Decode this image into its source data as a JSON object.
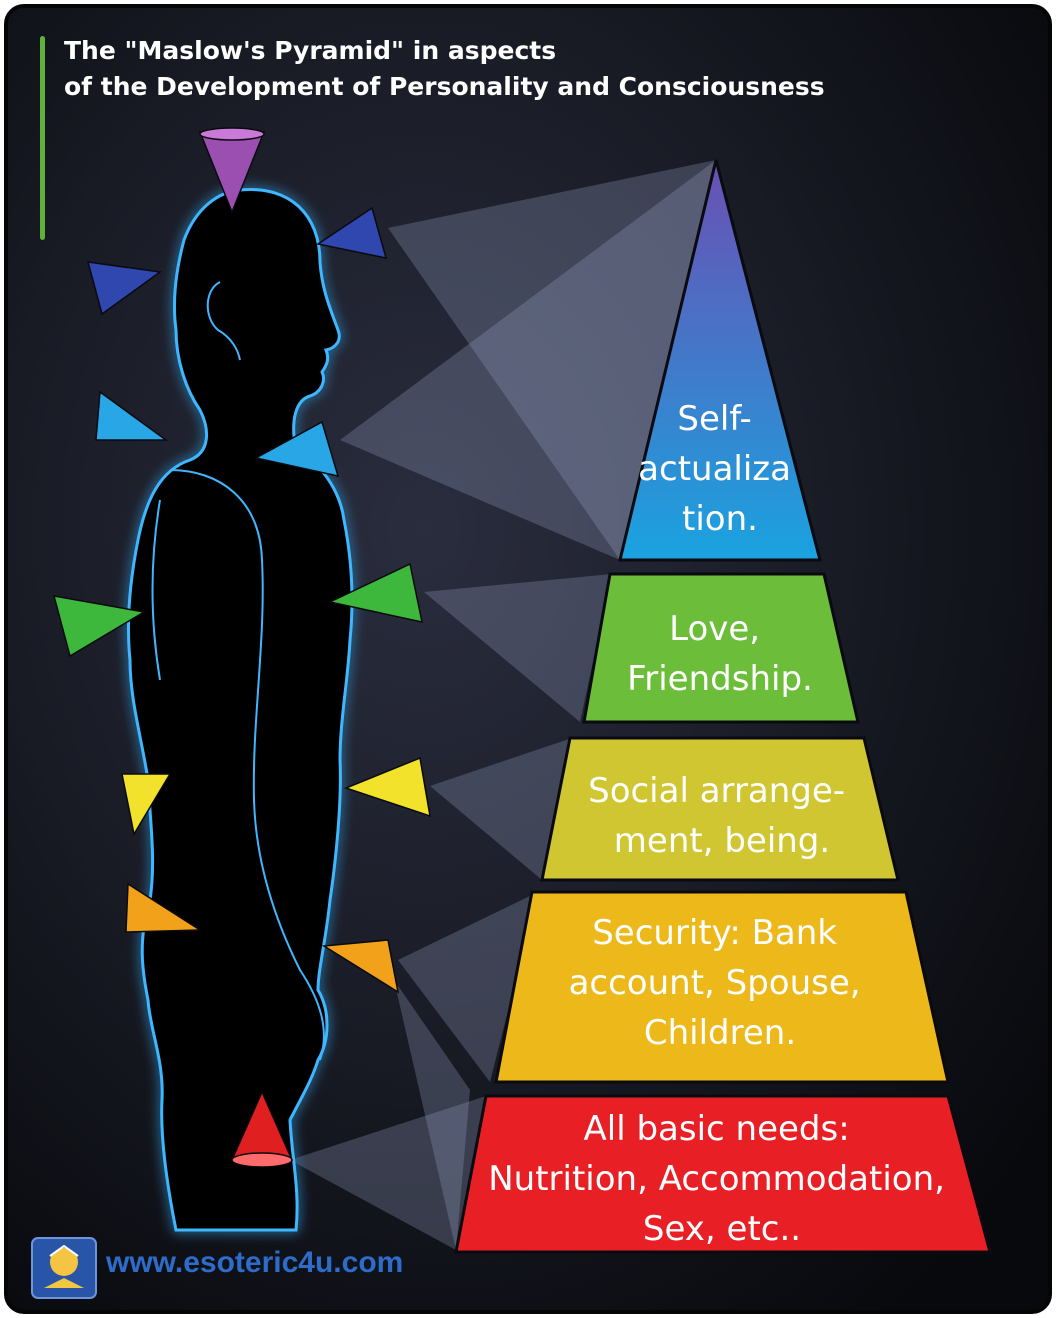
{
  "title": {
    "line1": "The \"Maslow's Pyramid\" in aspects",
    "line2": "of the Development of Personality and Consciousness"
  },
  "pyramid": [
    {
      "lines": [
        "All basic needs:",
        "Nutrition, Accommodation,",
        "Sex, etc.."
      ],
      "color": "#e82026"
    },
    {
      "lines": [
        "Security: Bank",
        "account, Spouse,",
        "Children."
      ],
      "color": "#ecb81a"
    },
    {
      "lines": [
        "Social arrange-",
        "ment, being."
      ],
      "color": "#cfc632"
    },
    {
      "lines": [
        "Love,",
        "Friendship."
      ],
      "color": "#6cbd3a"
    },
    {
      "lines": [
        "Self-",
        "actualiza",
        "tion."
      ],
      "color_top": "#6a4fb3",
      "color_bottom": "#1aa3e0"
    }
  ],
  "chakra_colors": {
    "crown": "#9b4fb0",
    "third_eye": "#3047b0",
    "throat": "#29a6e6",
    "heart": "#3db83d",
    "solar": "#f2e22b",
    "sacral": "#f1a11a",
    "root": "#e02020"
  },
  "website": "www.esoteric4u.com",
  "icons": {
    "logo": "esoteric-logo-icon",
    "body": "human-silhouette-icon"
  }
}
